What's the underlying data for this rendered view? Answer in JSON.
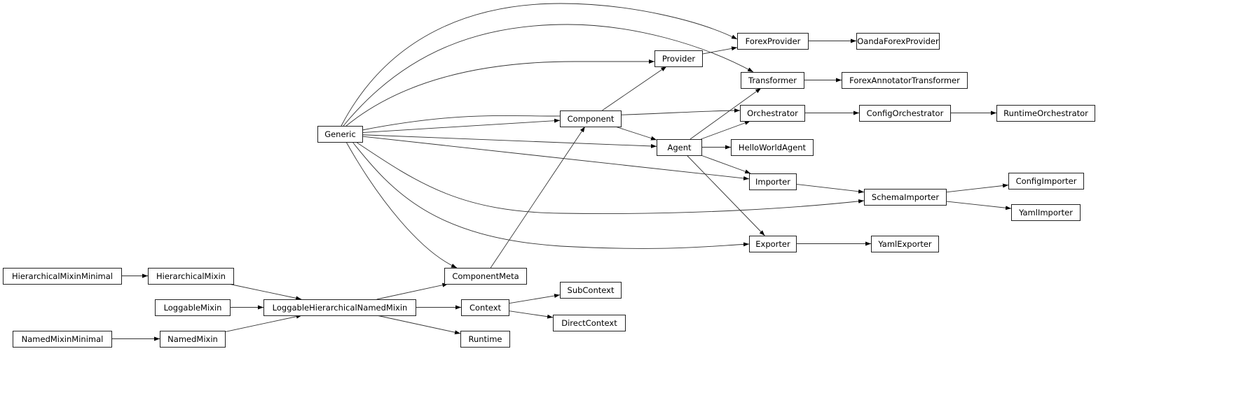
{
  "diagram": {
    "type": "inheritance-graph",
    "nodes": [
      "Generic",
      "ForexProvider",
      "OandaForexProvider",
      "Provider",
      "Transformer",
      "ForexAnnotatorTransformer",
      "Component",
      "Orchestrator",
      "ConfigOrchestrator",
      "RuntimeOrchestrator",
      "Agent",
      "HelloWorldAgent",
      "Importer",
      "SchemaImporter",
      "ConfigImporter",
      "YamlImporter",
      "Exporter",
      "YamlExporter",
      "HierarchicalMixinMinimal",
      "HierarchicalMixin",
      "ComponentMeta",
      "LoggableMixin",
      "LoggableHierarchicalNamedMixin",
      "Context",
      "SubContext",
      "DirectContext",
      "NamedMixinMinimal",
      "NamedMixin",
      "Runtime"
    ],
    "edges": [
      [
        "Generic",
        "ForexProvider"
      ],
      [
        "Generic",
        "Transformer"
      ],
      [
        "Generic",
        "Provider"
      ],
      [
        "Generic",
        "Orchestrator"
      ],
      [
        "Generic",
        "Component"
      ],
      [
        "Generic",
        "Agent"
      ],
      [
        "Generic",
        "Importer"
      ],
      [
        "Generic",
        "SchemaImporter"
      ],
      [
        "Generic",
        "Exporter"
      ],
      [
        "Generic",
        "ComponentMeta"
      ],
      [
        "Provider",
        "ForexProvider"
      ],
      [
        "ForexProvider",
        "OandaForexProvider"
      ],
      [
        "Transformer",
        "ForexAnnotatorTransformer"
      ],
      [
        "Component",
        "Provider"
      ],
      [
        "Component",
        "Agent"
      ],
      [
        "Orchestrator",
        "ConfigOrchestrator"
      ],
      [
        "ConfigOrchestrator",
        "RuntimeOrchestrator"
      ],
      [
        "Agent",
        "Transformer"
      ],
      [
        "Agent",
        "Orchestrator"
      ],
      [
        "Agent",
        "HelloWorldAgent"
      ],
      [
        "Agent",
        "Importer"
      ],
      [
        "Agent",
        "Exporter"
      ],
      [
        "Importer",
        "SchemaImporter"
      ],
      [
        "SchemaImporter",
        "ConfigImporter"
      ],
      [
        "SchemaImporter",
        "YamlImporter"
      ],
      [
        "Exporter",
        "YamlExporter"
      ],
      [
        "ComponentMeta",
        "Component"
      ],
      [
        "HierarchicalMixinMinimal",
        "HierarchicalMixin"
      ],
      [
        "HierarchicalMixin",
        "LoggableHierarchicalNamedMixin"
      ],
      [
        "LoggableMixin",
        "LoggableHierarchicalNamedMixin"
      ],
      [
        "NamedMixinMinimal",
        "NamedMixin"
      ],
      [
        "NamedMixin",
        "LoggableHierarchicalNamedMixin"
      ],
      [
        "LoggableHierarchicalNamedMixin",
        "ComponentMeta"
      ],
      [
        "LoggableHierarchicalNamedMixin",
        "Context"
      ],
      [
        "LoggableHierarchicalNamedMixin",
        "Runtime"
      ],
      [
        "Context",
        "SubContext"
      ],
      [
        "Context",
        "DirectContext"
      ]
    ]
  }
}
